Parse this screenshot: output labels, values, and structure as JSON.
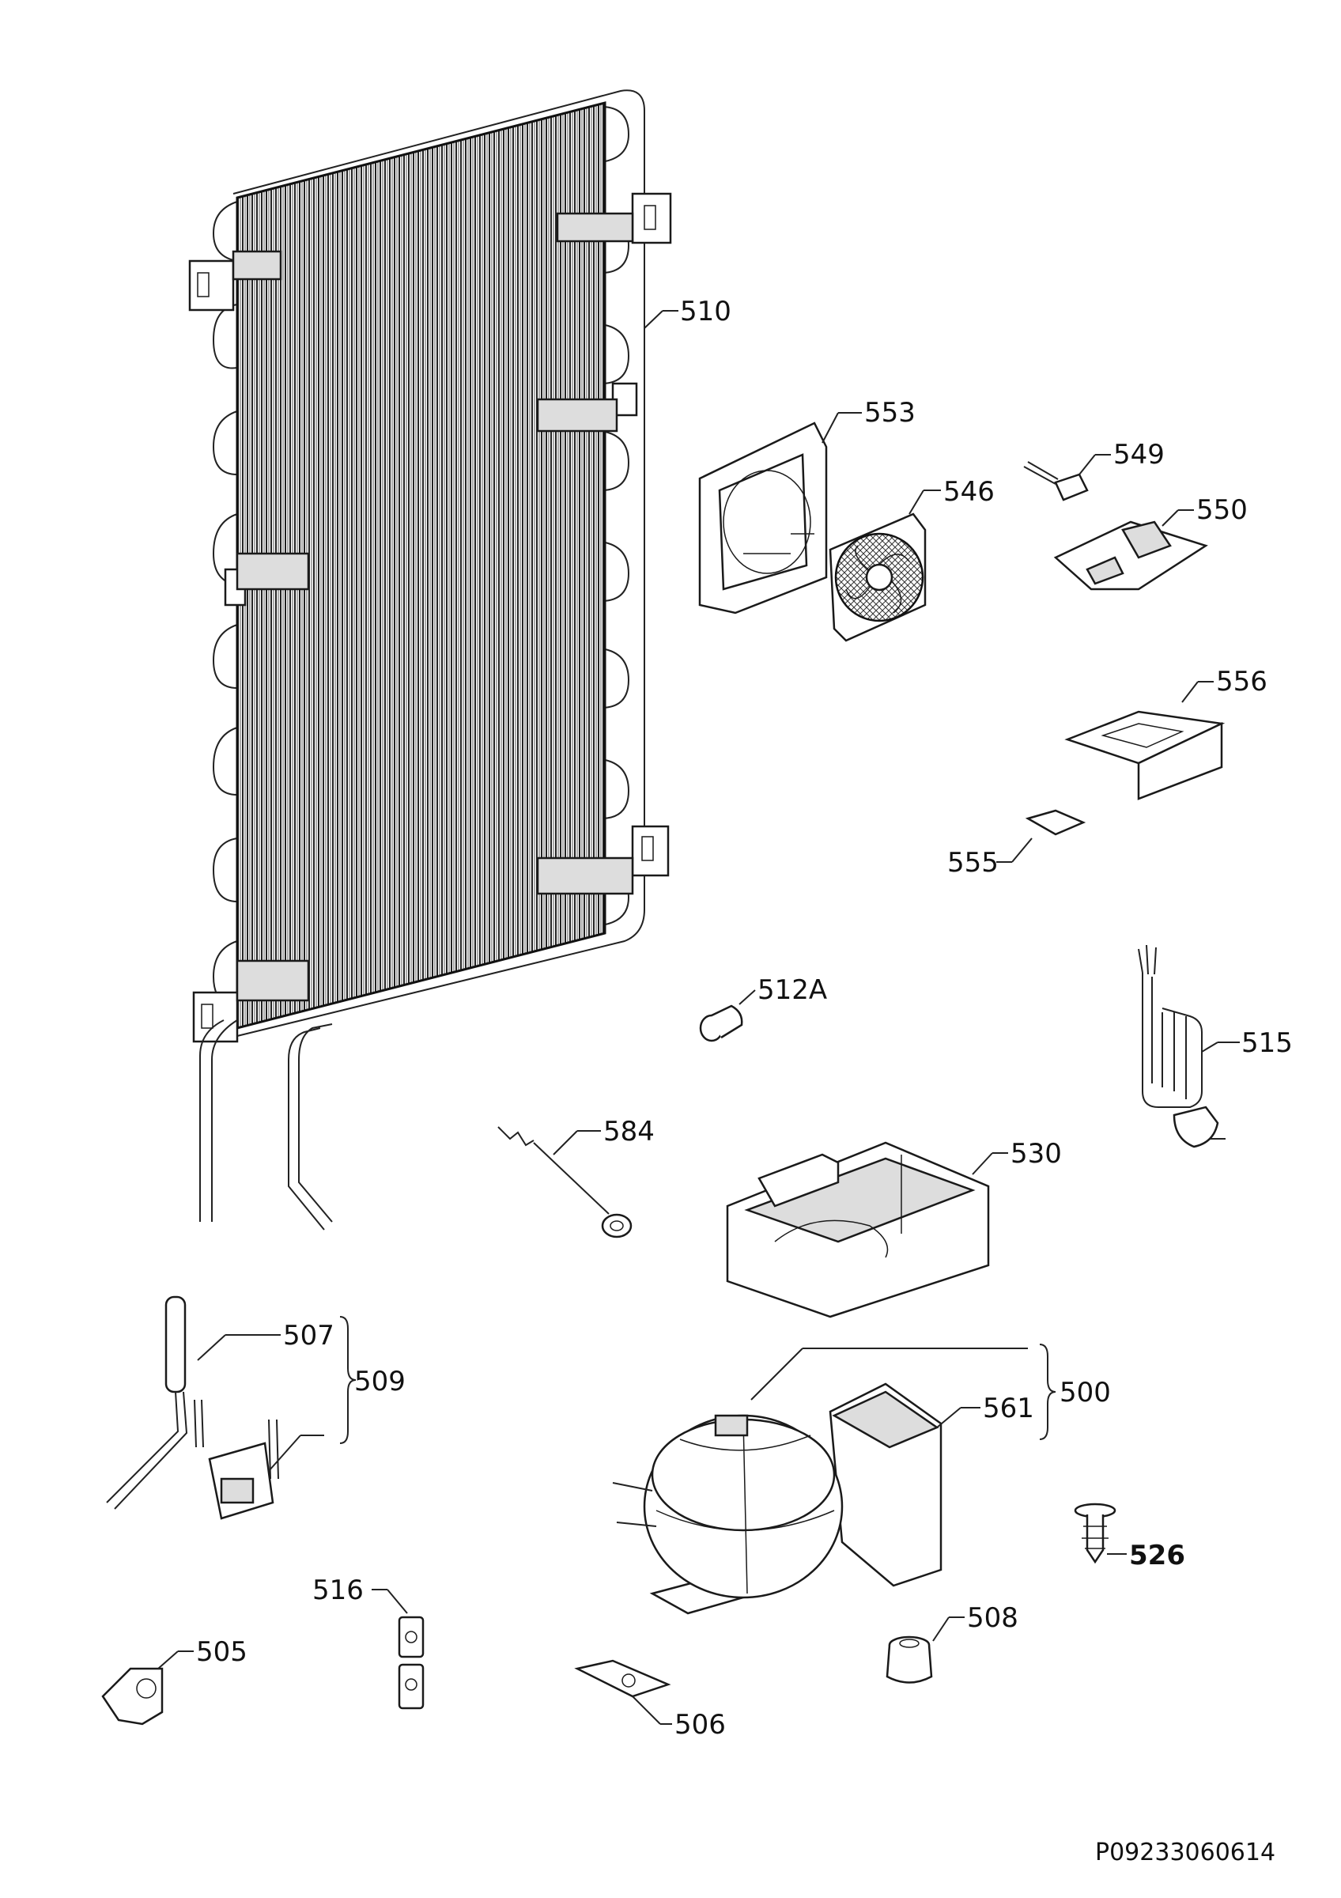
{
  "diagram": {
    "labels": [
      {
        "id": "510",
        "text": "510"
      },
      {
        "id": "553",
        "text": "553"
      },
      {
        "id": "549",
        "text": "549"
      },
      {
        "id": "546",
        "text": "546"
      },
      {
        "id": "550",
        "text": "550"
      },
      {
        "id": "556",
        "text": "556"
      },
      {
        "id": "555",
        "text": "555"
      },
      {
        "id": "512A",
        "text": "512A"
      },
      {
        "id": "515",
        "text": "515"
      },
      {
        "id": "584",
        "text": "584"
      },
      {
        "id": "530",
        "text": "530"
      },
      {
        "id": "507",
        "text": "507"
      },
      {
        "id": "509",
        "text": "509"
      },
      {
        "id": "500",
        "text": "500"
      },
      {
        "id": "561",
        "text": "561"
      },
      {
        "id": "526",
        "text": "526"
      },
      {
        "id": "516",
        "text": "516"
      },
      {
        "id": "505",
        "text": "505"
      },
      {
        "id": "508",
        "text": "508"
      },
      {
        "id": "506",
        "text": "506"
      }
    ],
    "drawing_code": "P09233060614"
  }
}
